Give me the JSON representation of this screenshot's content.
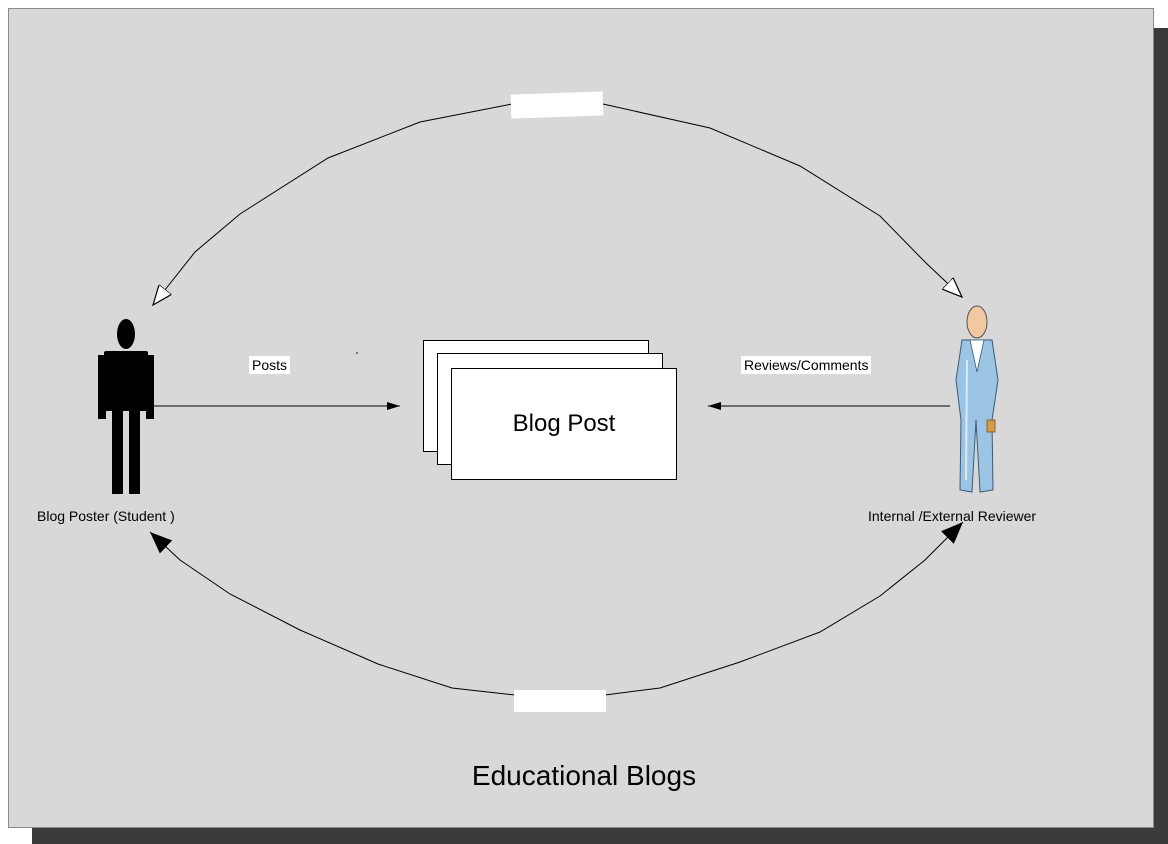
{
  "diagram": {
    "title": "Educational Blogs",
    "center_node": "Blog Post",
    "poster_label": "Blog Poster  (Student )",
    "reviewer_label": "Internal /External Reviewer",
    "posts_label": "Posts",
    "reviews_label": "Reviews/Comments"
  },
  "colors": {
    "canvas": "#d8d8d8",
    "shadow": "#3a3a3a",
    "reviewer_coat": "#9cc4e4"
  },
  "icons": [
    "student-figure-icon",
    "reviewer-figure-icon"
  ]
}
